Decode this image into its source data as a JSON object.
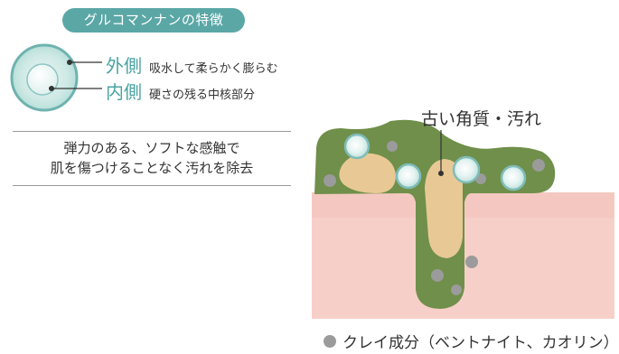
{
  "header": {
    "pill_label": "グルコマンナンの特徴"
  },
  "structure": {
    "outer": {
      "term": "外側",
      "description": "吸水して柔らかく膨らむ"
    },
    "inner": {
      "term": "内側",
      "description": "硬さの残る中核部分"
    }
  },
  "feature_text": {
    "line1": "弾力のある、ソフトな感触で",
    "line2": "肌を傷つけることなく汚れを除去"
  },
  "diagram": {
    "callout": "古い角質・汚れ"
  },
  "legend": {
    "label": "クレイ成分（ベントナイト、カオリン）"
  },
  "colors": {
    "teal": "#5aa7a6",
    "dirt_green": "#6f8f4a",
    "skin_pink": "#f6cfc9",
    "keratin_tan": "#e8c995",
    "clay_gray": "#9b9b9b"
  }
}
